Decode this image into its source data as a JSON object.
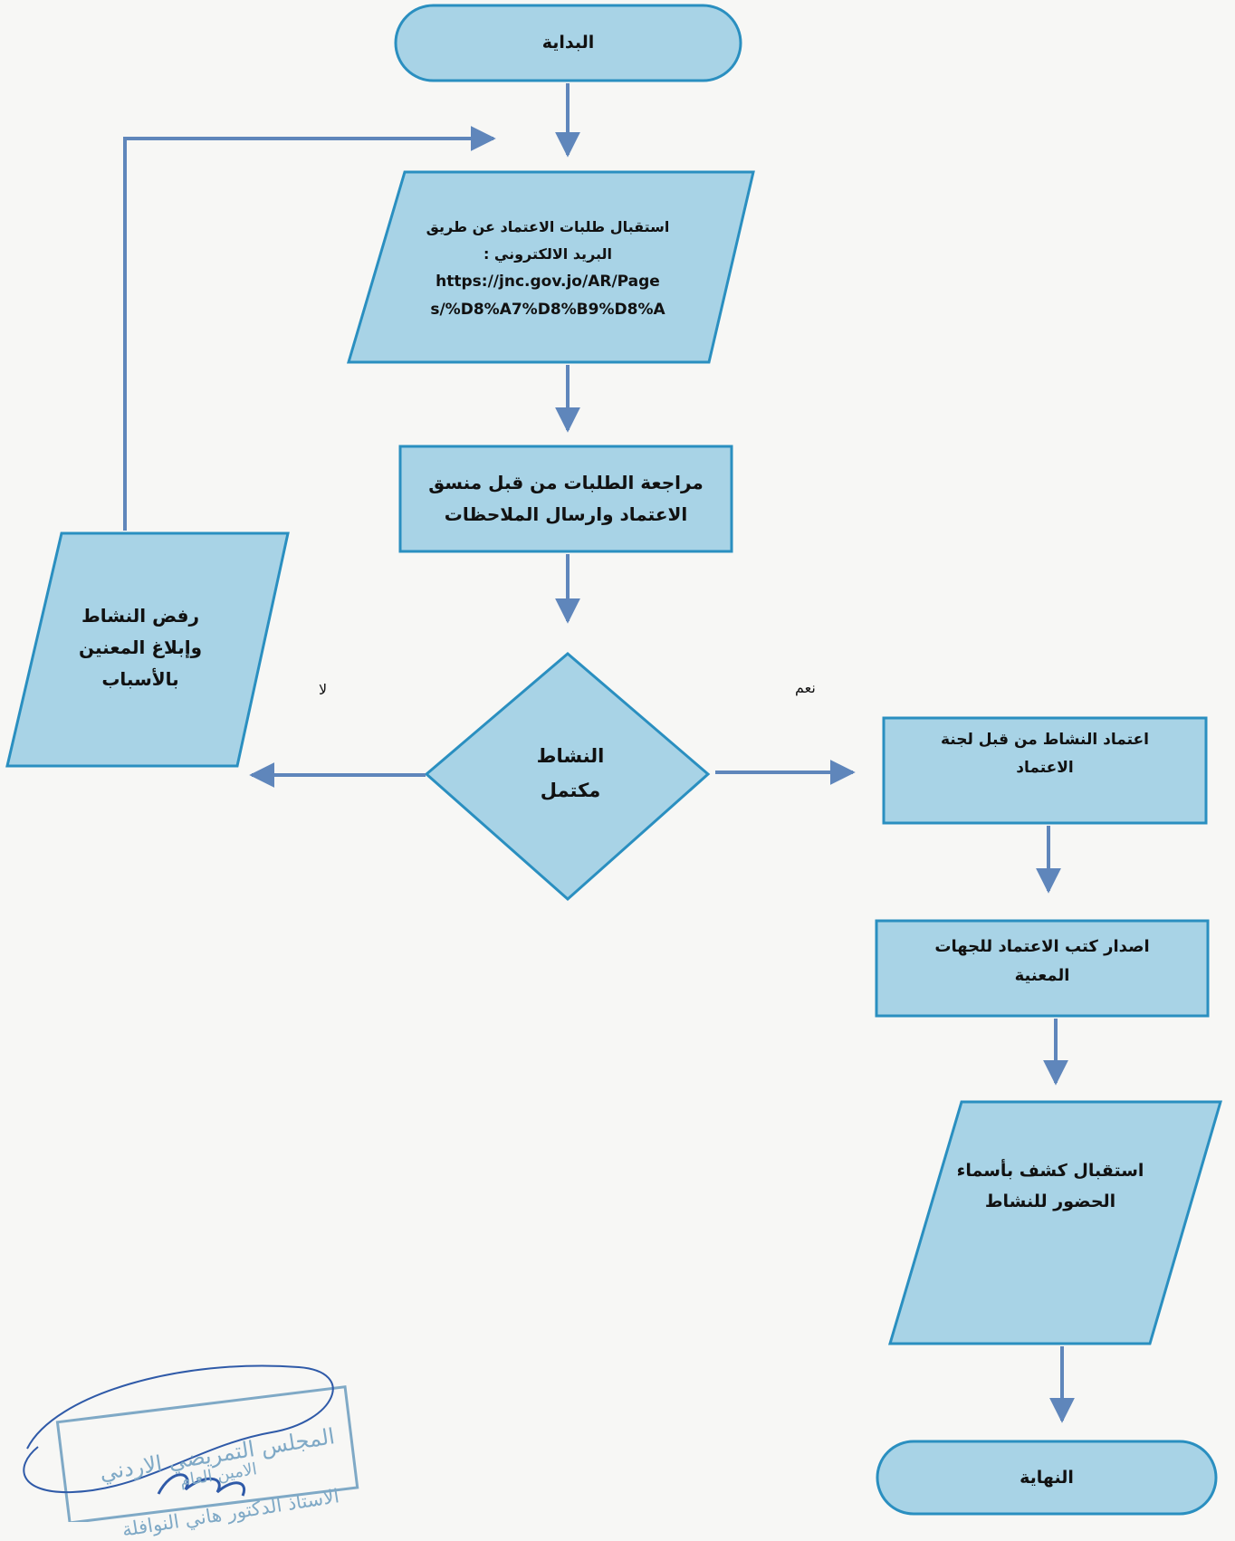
{
  "flowchart": {
    "start": "البداية",
    "receive_requests": {
      "line1": "استقبال طلبات الاعتماد عن طريق",
      "line2": "البريد الالكتروني :",
      "line3": "https://jnc.gov.jo/AR/Page",
      "line4": "s/%D8%A7%D8%B9%D8%A"
    },
    "review": {
      "line1": "مراجعة الطلبات من قبل منسق",
      "line2": "الاعتماد وارسال الملاحظات"
    },
    "decision": {
      "line1": "النشاط",
      "line2": "مكتمل"
    },
    "reject": {
      "line1": "رفض النشاط",
      "line2": "وإبلاغ المعنين",
      "line3": "بالأسباب"
    },
    "approve": {
      "line1": "اعتماد النشاط من قبل لجنة",
      "line2": "الاعتماد"
    },
    "issue_letters": {
      "line1": "اصدار كتب الاعتماد للجهات",
      "line2": "المعنية"
    },
    "attendance": {
      "line1": "استقبال كشف بأسماء",
      "line2": "الحضور للنشاط"
    },
    "end": "النهاية",
    "yes_label": "نعم",
    "no_label": "لا"
  },
  "stamp": {
    "line1": "المجلس التمريضي الاردني",
    "line2": "الامين العام",
    "line3": "الاستاذ الدكتور هاني النوافلة"
  },
  "colors": {
    "shape_fill": "#a8d3e6",
    "shape_border": "#2a8fc0",
    "arrow": "#5f86bb",
    "stamp": "#7fa9c6"
  }
}
